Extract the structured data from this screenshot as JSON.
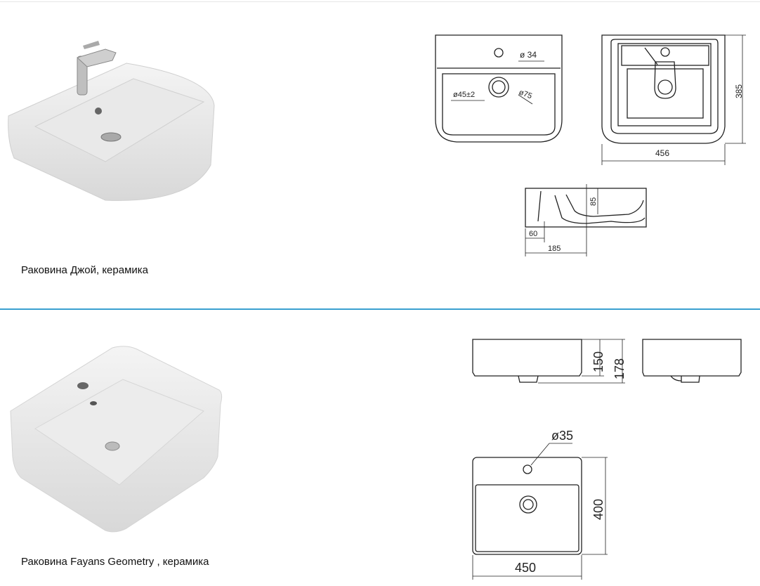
{
  "products": [
    {
      "caption": "Раковина Джой, керамика",
      "drawing": {
        "tap_hole": "ø 34",
        "drain_inner": "ø45±2",
        "drain_outer": "ø75",
        "width": "456",
        "depth": "385",
        "bowl_depth": "85",
        "drain_offset": "60",
        "drain_distance": "185"
      }
    },
    {
      "caption": "Раковина Fayans Geometry , керамика",
      "drawing": {
        "body_height": "150",
        "total_height": "178",
        "tap_hole": "ø35",
        "depth": "400",
        "width": "450"
      }
    }
  ],
  "colors": {
    "divider": "#3aa0d0",
    "line": "#222222"
  }
}
